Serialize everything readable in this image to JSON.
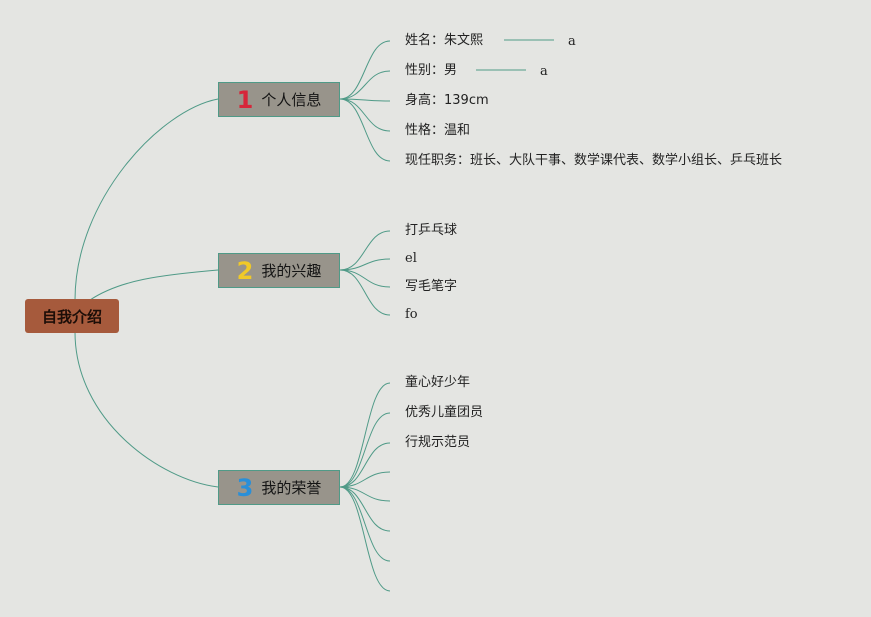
{
  "root": {
    "label": "自我介绍"
  },
  "branches": [
    {
      "number": "1",
      "number_color": "#d6263a",
      "label": "个人信息",
      "leaves": [
        "姓名：朱文熙",
        "性别：男",
        "身高：139cm",
        "性格：温和",
        "现任职务：班长、大队干事、数学课代表、数学小组长、乒乓班长"
      ],
      "suffixes": [
        "a",
        "a"
      ]
    },
    {
      "number": "2",
      "number_color": "#f0c928",
      "label": "我的兴趣",
      "leaves": [
        "打乒乓球",
        "el",
        "写毛笔字",
        "fo"
      ]
    },
    {
      "number": "3",
      "number_color": "#2a8fd8",
      "label": "我的荣誉",
      "leaves": [
        "童心好少年",
        "优秀儿童团员",
        "行规示范员",
        "",
        "",
        "",
        "",
        ""
      ]
    }
  ],
  "colors": {
    "connector": "#4f9a87",
    "root_fill": "#a65a3c",
    "branch_fill": "#98948b",
    "background": "#e4e5e2"
  }
}
